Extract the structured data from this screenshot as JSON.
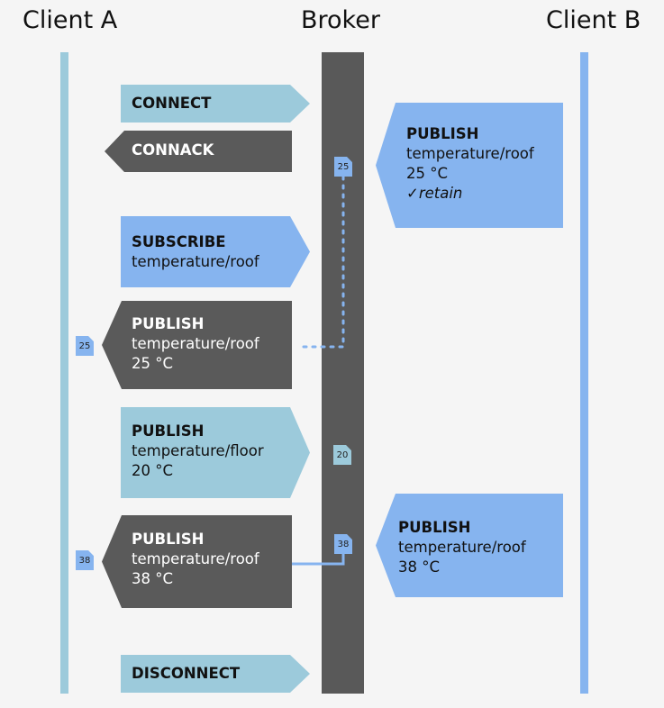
{
  "actors": {
    "client_a": "Client A",
    "broker": "Broker",
    "client_b": "Client B"
  },
  "messages": {
    "connect": {
      "title": "CONNECT"
    },
    "connack": {
      "title": "CONNACK"
    },
    "subscribe": {
      "title": "SUBSCRIBE",
      "topic": "temperature/roof"
    },
    "publish_b1": {
      "title": "PUBLISH",
      "topic": "temperature/roof",
      "value": "25 °C",
      "flag": "✓retain"
    },
    "publish_to_a1": {
      "title": "PUBLISH",
      "topic": "temperature/roof",
      "value": "25 °C"
    },
    "publish_floor": {
      "title": "PUBLISH",
      "topic": "temperature/floor",
      "value": "20 °C"
    },
    "publish_to_a2": {
      "title": "PUBLISH",
      "topic": "temperature/roof",
      "value": "38 °C"
    },
    "publish_b2": {
      "title": "PUBLISH",
      "topic": "temperature/roof",
      "value": "38 °C"
    },
    "disconnect": {
      "title": "DISCONNECT"
    }
  },
  "badges": {
    "broker_retained": "25",
    "client_a_first": "25",
    "broker_floor": "20",
    "broker_roof_new": "38",
    "client_a_second": "38"
  },
  "colors": {
    "client_a_lane": "#9ccadb",
    "broker_lane": "#595959",
    "client_b_lane": "#86b4ef",
    "teal_message": "#9ccadb",
    "dark_message": "#5a5a5a",
    "blue_message": "#86b4ef",
    "connector": "#86b4ef"
  }
}
